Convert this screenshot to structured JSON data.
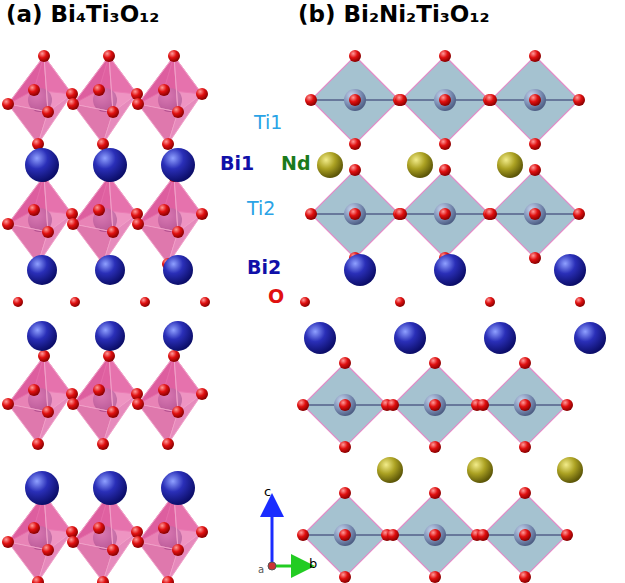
{
  "diagram": {
    "labels": [
      "(a) Bi₄Ti₃O₁₂",
      "(b) Bi₂Ni₂Ti₃O₁₂",
      "Ti1",
      "Bi1",
      "Nd",
      "Ti2",
      "Bi2",
      "O",
      "c",
      "b",
      "a"
    ]
  }
}
